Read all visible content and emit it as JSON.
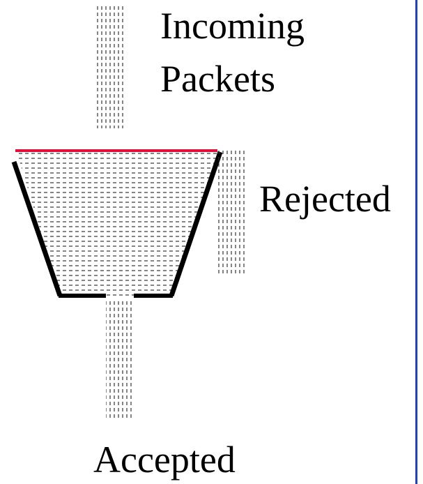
{
  "diagram": {
    "title": "",
    "labels": {
      "incoming_line1": "Incoming",
      "incoming_line2": "Packets",
      "rejected": "Rejected",
      "accepted": "Accepted"
    },
    "colors": {
      "background": "#ffffff",
      "bucket_outline": "#000000",
      "overflow_level": "#e0103a",
      "page_border": "#1f3fd4",
      "stream_dash": "#333333"
    }
  }
}
